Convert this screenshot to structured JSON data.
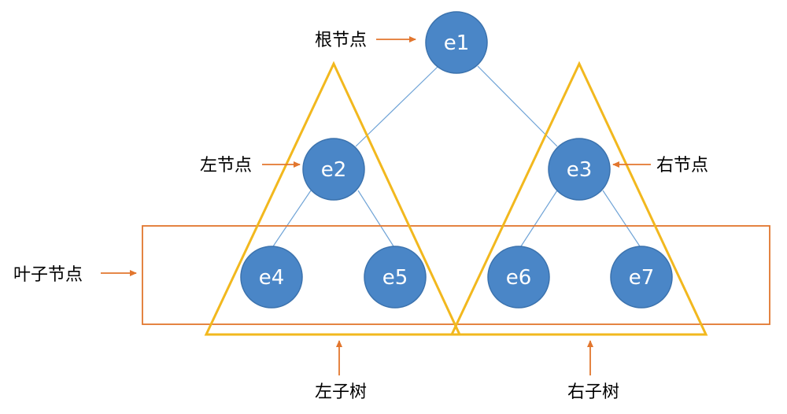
{
  "nodes": {
    "e1": "e1",
    "e2": "e2",
    "e3": "e3",
    "e4": "e4",
    "e5": "e5",
    "e6": "e6",
    "e7": "e7"
  },
  "labels": {
    "root": "根节点",
    "left_node": "左节点",
    "right_node": "右节点",
    "leaf_nodes": "叶子节点",
    "left_subtree": "左子树",
    "right_subtree": "右子树"
  },
  "colors": {
    "node_fill": "#4A86C7",
    "edge": "#6FA3D6",
    "subtree_outline": "#F2B81E",
    "leaf_box": "#E2762E",
    "arrow": "#E2762E"
  }
}
